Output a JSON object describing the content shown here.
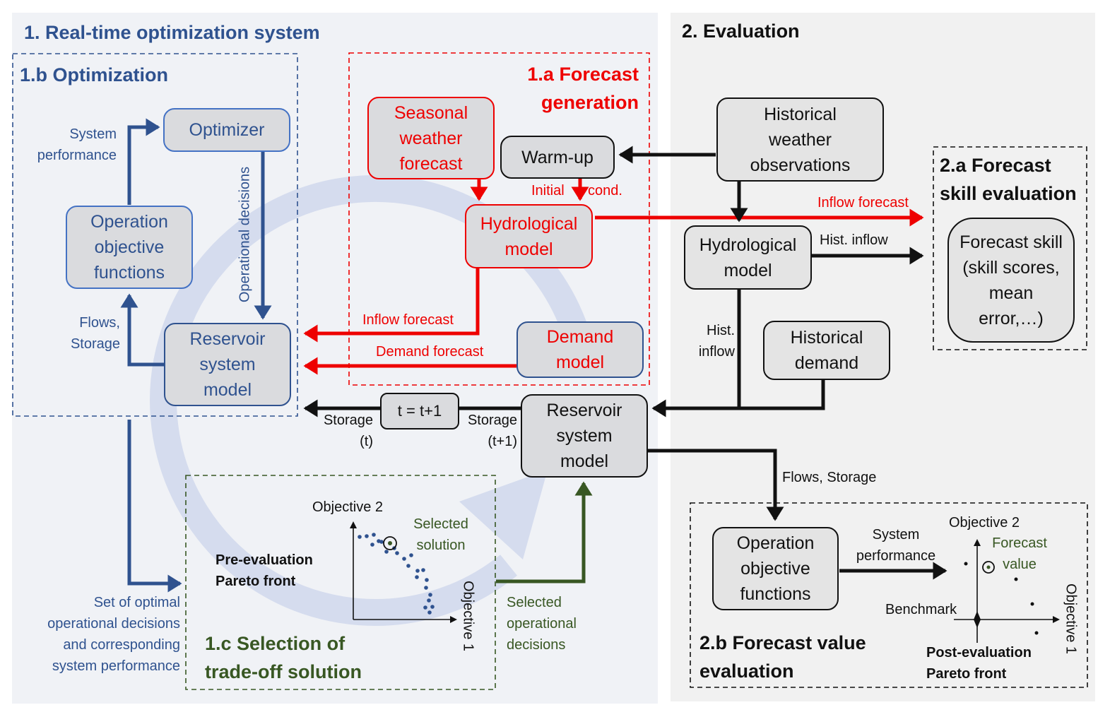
{
  "colors": {
    "panel1_bg": "#f0f2f6",
    "panel2_bg": "#f1f1f1",
    "blue": "#2f528f",
    "red": "#ee0000",
    "green": "#385723",
    "black": "#111111",
    "box_fill": "#dadbde",
    "cycle_arrow": "#d5dcee"
  },
  "panel1": {
    "title": "1. Real-time optimization system",
    "optimization": {
      "title": "1.b Optimization",
      "optimizer_box": "Optimizer",
      "objective_functions_box": "Operation\nobjective\nfunctions",
      "reservoir_box": "Reservoir\nsystem\nmodel",
      "label_system_performance": "System\nperformance",
      "label_operational_decisions": "Operational decisions",
      "label_flows_storage": "Flows,\nStorage"
    },
    "forecast_generation": {
      "title_line1": "1.a Forecast",
      "title_line2": "generation",
      "seasonal_box": "Seasonal\nweather\nforecast",
      "warmup_box": "Warm-up",
      "hydrological_box": "Hydrological\nmodel",
      "demand_box": "Demand\nmodel",
      "label_initial": "Initial",
      "label_cond": "cond.",
      "label_inflow_forecast": "Inflow forecast",
      "label_demand_forecast": "Demand forecast"
    },
    "time_step": {
      "box": "t = t+1",
      "label_storage_t": "Storage\n(t)",
      "label_storage_t1": "Storage\n(t+1)"
    },
    "label_set_of_optimal": "Set of optimal\noperational decisions\nand corresponding\nsystem performance",
    "selection": {
      "title_line1": "1.c Selection of",
      "title_line2": "trade-off solution",
      "pre_eval_line1": "Pre-evaluation",
      "pre_eval_line2": "Pareto front",
      "axis_y": "Objective 2",
      "axis_x": "Objective 1",
      "selected_solution": "Selected\nsolution",
      "selected_decisions": "Selected\noperational\ndecisions"
    }
  },
  "panel2": {
    "title": "2. Evaluation",
    "hist_weather_box": "Historical\nweather\nobservations",
    "hydrological_box": "Hydrological\nmodel",
    "hist_demand_box": "Historical\ndemand",
    "reservoir_box": "Reservoir\nsystem\nmodel",
    "label_inflow_forecast": "Inflow forecast",
    "label_hist_inflow_right": "Hist. inflow",
    "label_hist_inflow_down": "Hist.\ninflow",
    "label_flows_storage": "Flows, Storage",
    "skill": {
      "title_line1": "2.a Forecast",
      "title_line2": "skill evaluation",
      "box": "Forecast skill\n(skill scores,\nmean\nerror,…)"
    },
    "value": {
      "title_line1": "2.b Forecast value",
      "title_line2": "evaluation",
      "objective_functions_box": "Operation\nobjective\nfunctions",
      "label_system_performance": "System\nperformance",
      "axis_y": "Objective 2",
      "axis_x": "Objective 1",
      "forecast_value": "Forecast\nvalue",
      "benchmark": "Benchmark",
      "post_eval_line1": "Post-evaluation",
      "post_eval_line2": "Pareto front"
    }
  }
}
